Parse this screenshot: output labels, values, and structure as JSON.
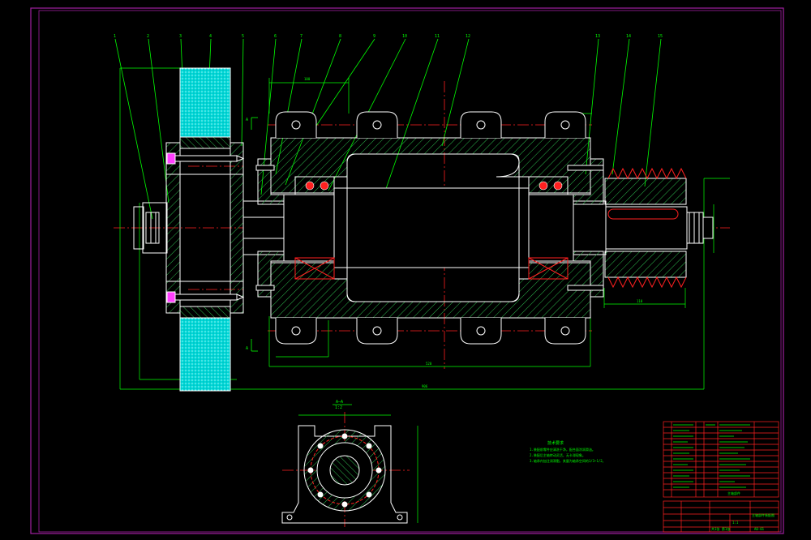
{
  "drawing": {
    "section_label": "A—A",
    "section_scale": "1:2",
    "callout_section_top": "A",
    "callout_section_bottom": "A",
    "leader_numbers": [
      "1",
      "2",
      "3",
      "4",
      "5",
      "6",
      "7",
      "8",
      "9",
      "10",
      "11",
      "12",
      "13",
      "14",
      "15"
    ],
    "notes": {
      "title": "技术要求",
      "lines": [
        "1.装配前零件应清洗干净，配合面涂润滑油。",
        "2.装配后主轴转动灵活，无卡滞现象。",
        "3.轴承内加注润滑脂，其量为轴承空间的1/3~1/2。"
      ]
    },
    "title_block": {
      "parts_label": "主轴部件",
      "drawing_title": "主轴部件装配图",
      "drawing_number": "A0-01",
      "scale": "1:1",
      "sheet": "共1张 第1张"
    },
    "colors": {
      "background": "#000000",
      "outline": "#ffffff",
      "frame": "#a020a0",
      "dimension": "#00ff00",
      "leader": "#00ff00",
      "centerline": "#ff2020",
      "hatch": "#2db84d",
      "wheel_fill": "#00e0e0",
      "detail": "#ff40ff"
    }
  }
}
